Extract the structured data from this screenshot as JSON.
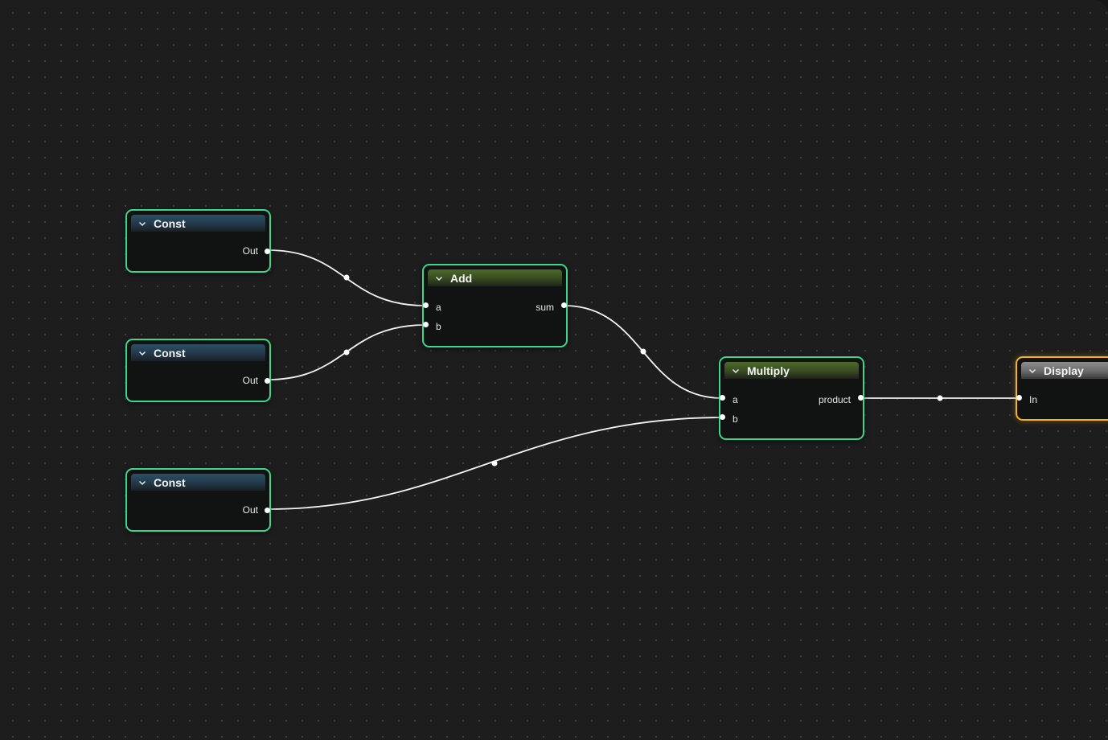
{
  "colors": {
    "canvas_bg": "#1d1d1d",
    "node_border": "#3dd68c",
    "selected_border": "#f4b41a",
    "wire": "#f2f2f2"
  },
  "nodes": {
    "const1": {
      "title": "Const",
      "outputs": [
        "Out"
      ],
      "header_icon": "chevron-down-icon"
    },
    "const2": {
      "title": "Const",
      "outputs": [
        "Out"
      ],
      "header_icon": "chevron-down-icon"
    },
    "const3": {
      "title": "Const",
      "outputs": [
        "Out"
      ],
      "header_icon": "chevron-down-icon"
    },
    "add": {
      "title": "Add",
      "inputs": [
        "a",
        "b"
      ],
      "outputs": [
        "sum"
      ],
      "header_icon": "chevron-down-icon"
    },
    "multiply": {
      "title": "Multiply",
      "inputs": [
        "a",
        "b"
      ],
      "outputs": [
        "product"
      ],
      "header_icon": "chevron-down-icon"
    },
    "display": {
      "title": "Display",
      "inputs": [
        "In"
      ],
      "selected": true,
      "header_icon": "chevron-down-icon"
    }
  },
  "connections": [
    {
      "from": "const1.Out",
      "to": "add.a"
    },
    {
      "from": "const2.Out",
      "to": "add.b"
    },
    {
      "from": "const3.Out",
      "to": "multiply.b"
    },
    {
      "from": "add.sum",
      "to": "multiply.a"
    },
    {
      "from": "multiply.product",
      "to": "display.In"
    }
  ]
}
